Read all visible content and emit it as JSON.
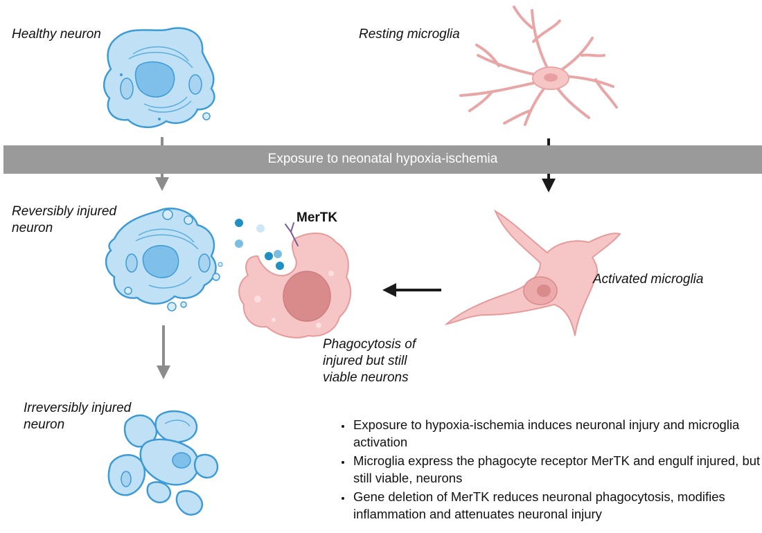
{
  "labels": {
    "healthy_neuron": "Healthy neuron",
    "resting_microglia": "Resting microglia",
    "reversible_line1": "Reversibly injured",
    "reversible_line2": "neuron",
    "irreversible_line1": "Irreversibly injured",
    "irreversible_line2": "neuron",
    "activated_microglia": "Activated microglia",
    "phago_line1": "Phagocytosis of",
    "phago_line2": "injured but still",
    "phago_line3": "viable neurons",
    "mertk": "MerTK"
  },
  "band": {
    "text": "Exposure to neonatal hypoxia-ischemia"
  },
  "bullets": [
    "Exposure to hypoxia-ischemia induces neuronal injury and microglia activation",
    "Microglia express the phagocyte receptor MerTK and engulf injured, but still viable, neurons",
    "Gene deletion of MerTK reduces neuronal phagocytosis, modifies inflammation and attenuates neuronal injury"
  ],
  "colors": {
    "neuron_fill": "#bfe0f5",
    "neuron_stroke": "#3c9ad6",
    "nucleus": "#7fc0ea",
    "microglia_fill": "#f6c6c6",
    "microglia_stroke": "#e69a9a",
    "microglia_nucleus": "#d98a8a",
    "band": "#9a9a9a",
    "arrow_gray": "#8c8c8c",
    "arrow_black": "#1a1a1a",
    "debris": "#1f8fc4",
    "receptor": "#7a5aa0"
  },
  "icons": [
    "healthy-neuron-icon",
    "resting-microglia-icon",
    "injured-neuron-icon",
    "fragmented-neuron-icon",
    "activated-microglia-icon",
    "phagocytic-microglia-icon",
    "mertk-receptor-icon",
    "arrow-down-icon",
    "arrow-left-icon"
  ]
}
